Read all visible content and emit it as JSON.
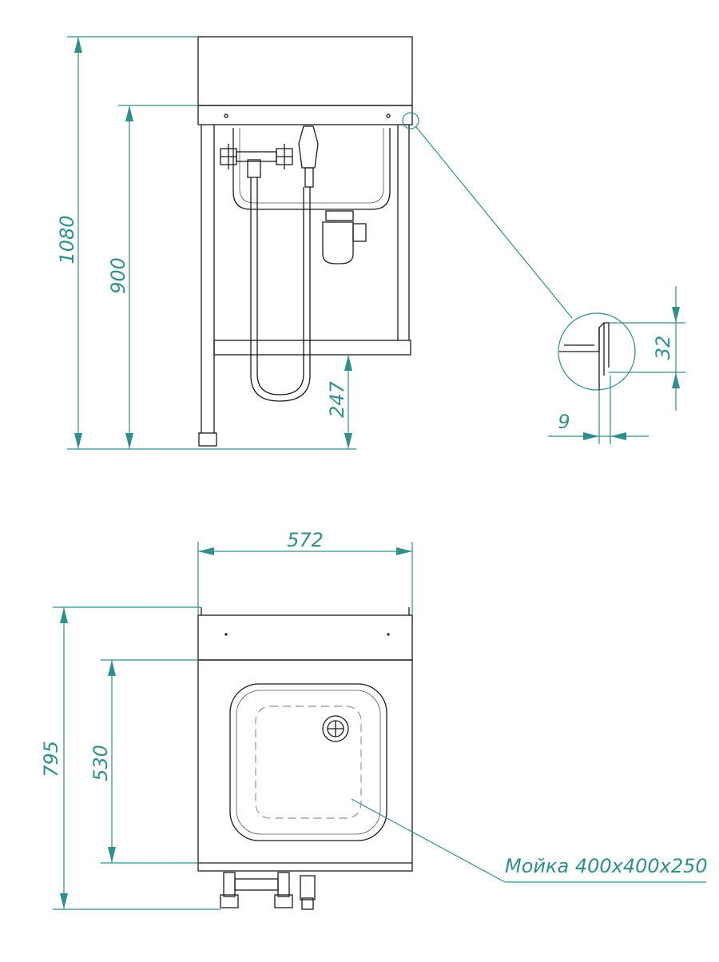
{
  "dimensions": {
    "total_height": "1080",
    "table_height": "900",
    "shelf_height": "247",
    "width": "572",
    "depth": "795",
    "table_depth": "530",
    "detail_height": "32",
    "detail_width": "9"
  },
  "labels": {
    "sink_callout": "Мойка 400х400х250"
  },
  "colors": {
    "dimension": "#2f8f8c",
    "outline": "#1a1a1a"
  }
}
